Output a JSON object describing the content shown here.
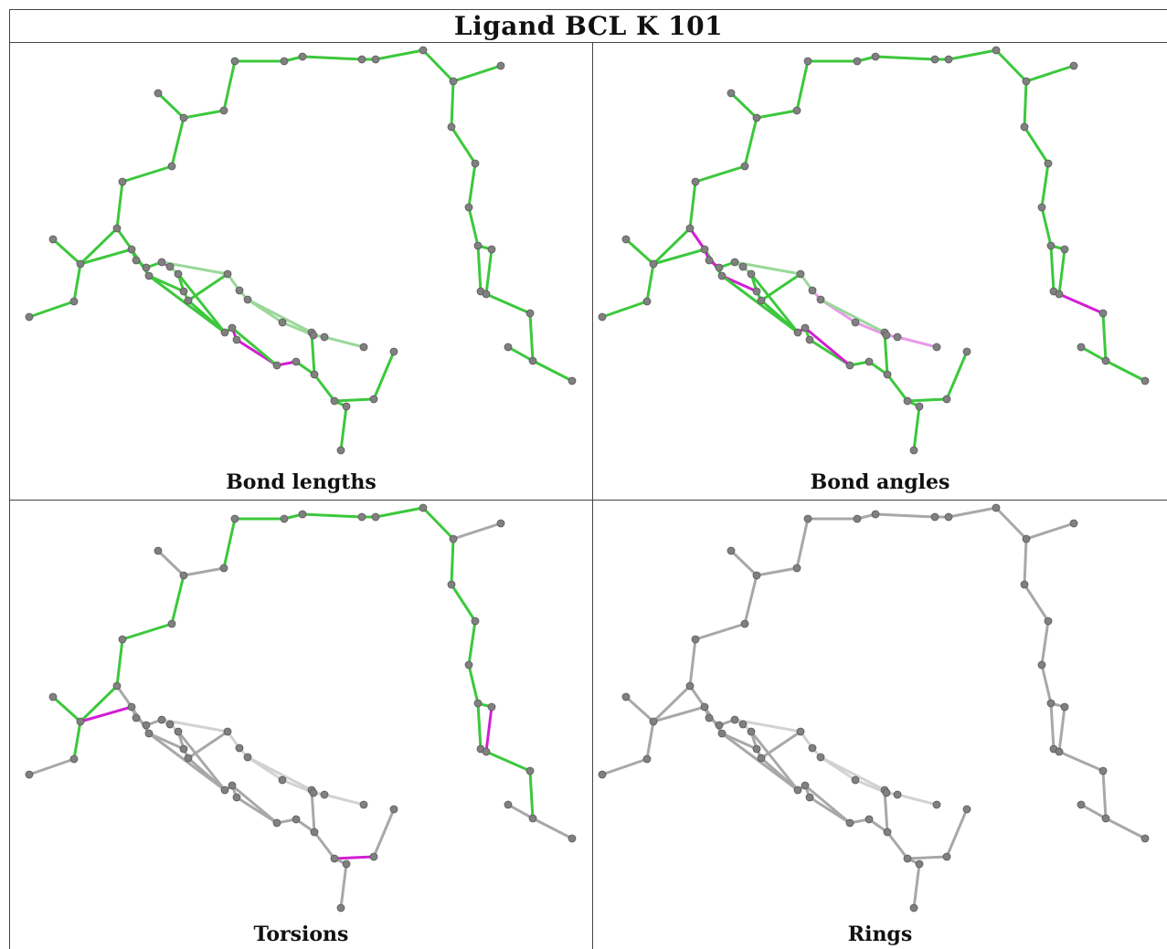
{
  "title": "Ligand BCL K 101",
  "panels": [
    {
      "caption": "Bond lengths"
    },
    {
      "caption": "Bond angles"
    },
    {
      "caption": "Torsions"
    },
    {
      "caption": "Rings"
    }
  ],
  "colors": {
    "good": "#3cc83c",
    "good_dark": "#1e8c1e",
    "good_faded": "#9ad89a",
    "bad": "#d21ed2",
    "bad_faded": "#e89ae8",
    "neutral": "#a8a8a8",
    "neutral_faded": "#d2d2d2",
    "atom": "#808080",
    "grid": "#444444"
  }
}
